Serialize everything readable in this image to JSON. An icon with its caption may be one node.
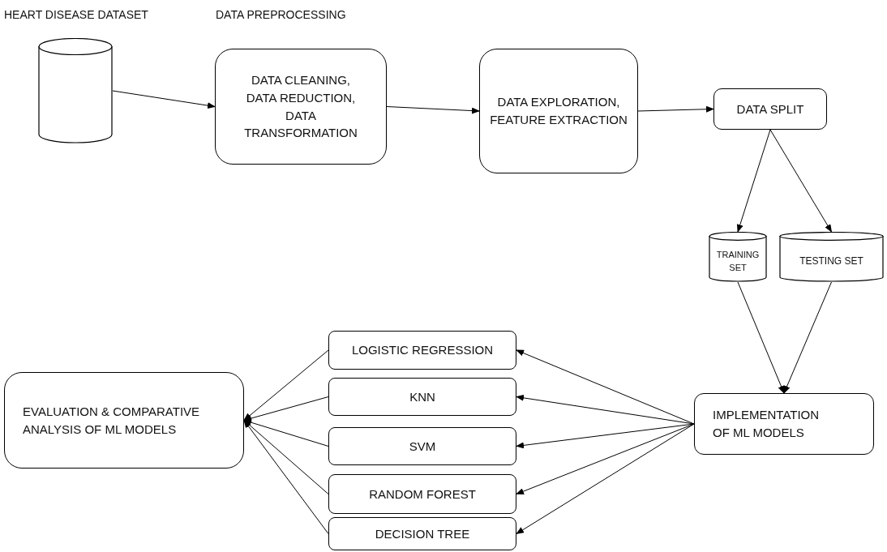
{
  "diagram": {
    "nodes": [
      {
        "text": [],
        "shape": "cylinder"
      },
      {
        "text": [
          "DATA CLEANING, DATA REDUCTION, DATA TRANSFORMATION"
        ]
      },
      {
        "text": [
          "DATA EXPLORATION, FEATURE EXTRACTION"
        ]
      },
      {
        "text": [
          "DATA SPLIT"
        ]
      },
      {
        "text": [
          "TRAINING SET"
        ]
      },
      {
        "text": [
          "TESTING SET"
        ]
      },
      {
        "text": [
          "IMPLEMENTATION OF ML MODELS"
        ]
      },
      {
        "text": [
          "LOGISTIC REGRESSION"
        ]
      },
      {
        "text": [
          "KNN"
        ]
      },
      {
        "text": [
          "SVM"
        ]
      },
      {
        "text": [
          "RANDOM FOREST"
        ]
      },
      {
        "text": [
          "DECISION TREE"
        ]
      },
      {
        "text": [
          "EVALUATION & COMPARATIVE ANALYSIS OF ML MODELS"
        ]
      }
    ],
    "edges": [
      {
        "from": 0,
        "to": 1,
        "arrow": "to"
      },
      {
        "from": 1,
        "to": 2,
        "arrow": "to"
      },
      {
        "from": 2,
        "to": 3,
        "arrow": "to"
      },
      {
        "from": 3,
        "to": 4,
        "arrow": "to"
      },
      {
        "from": 3,
        "to": 5,
        "arrow": "to"
      },
      {
        "from": 4,
        "to": 6,
        "arrow": "to"
      },
      {
        "from": 5,
        "to": 6,
        "arrow": "to"
      },
      {
        "from": 6,
        "to": 7,
        "arrow": "to"
      },
      {
        "from": 6,
        "to": 8,
        "arrow": "to"
      },
      {
        "from": 6,
        "to": 9,
        "arrow": "to"
      },
      {
        "from": 6,
        "to": 10,
        "arrow": "to"
      },
      {
        "from": 6,
        "to": 11,
        "arrow": "to"
      },
      {
        "from": 7,
        "to": 12,
        "arrow": "to"
      },
      {
        "from": 8,
        "to": 12,
        "arrow": "to"
      },
      {
        "from": 9,
        "to": 12,
        "arrow": "to"
      },
      {
        "from": 10,
        "to": 12,
        "arrow": "to"
      },
      {
        "from": 11,
        "to": 12,
        "arrow": "to"
      }
    ],
    "labels": [
      "HEART DISEASE DATASET",
      "DATA PREPROCESSING"
    ]
  }
}
